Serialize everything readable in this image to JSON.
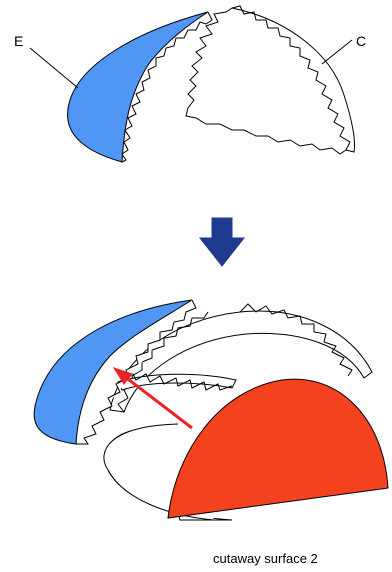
{
  "labels": {
    "left_piece": "E",
    "right_piece": "C",
    "caption": "cutaway surface 2"
  },
  "colors": {
    "left_piece_fill": "#4f96f5",
    "cutaway_fill": "#f4421f",
    "pointer_arrow": "#ee2222",
    "down_arrow": "#1d3a8f",
    "outline": "#000000"
  }
}
